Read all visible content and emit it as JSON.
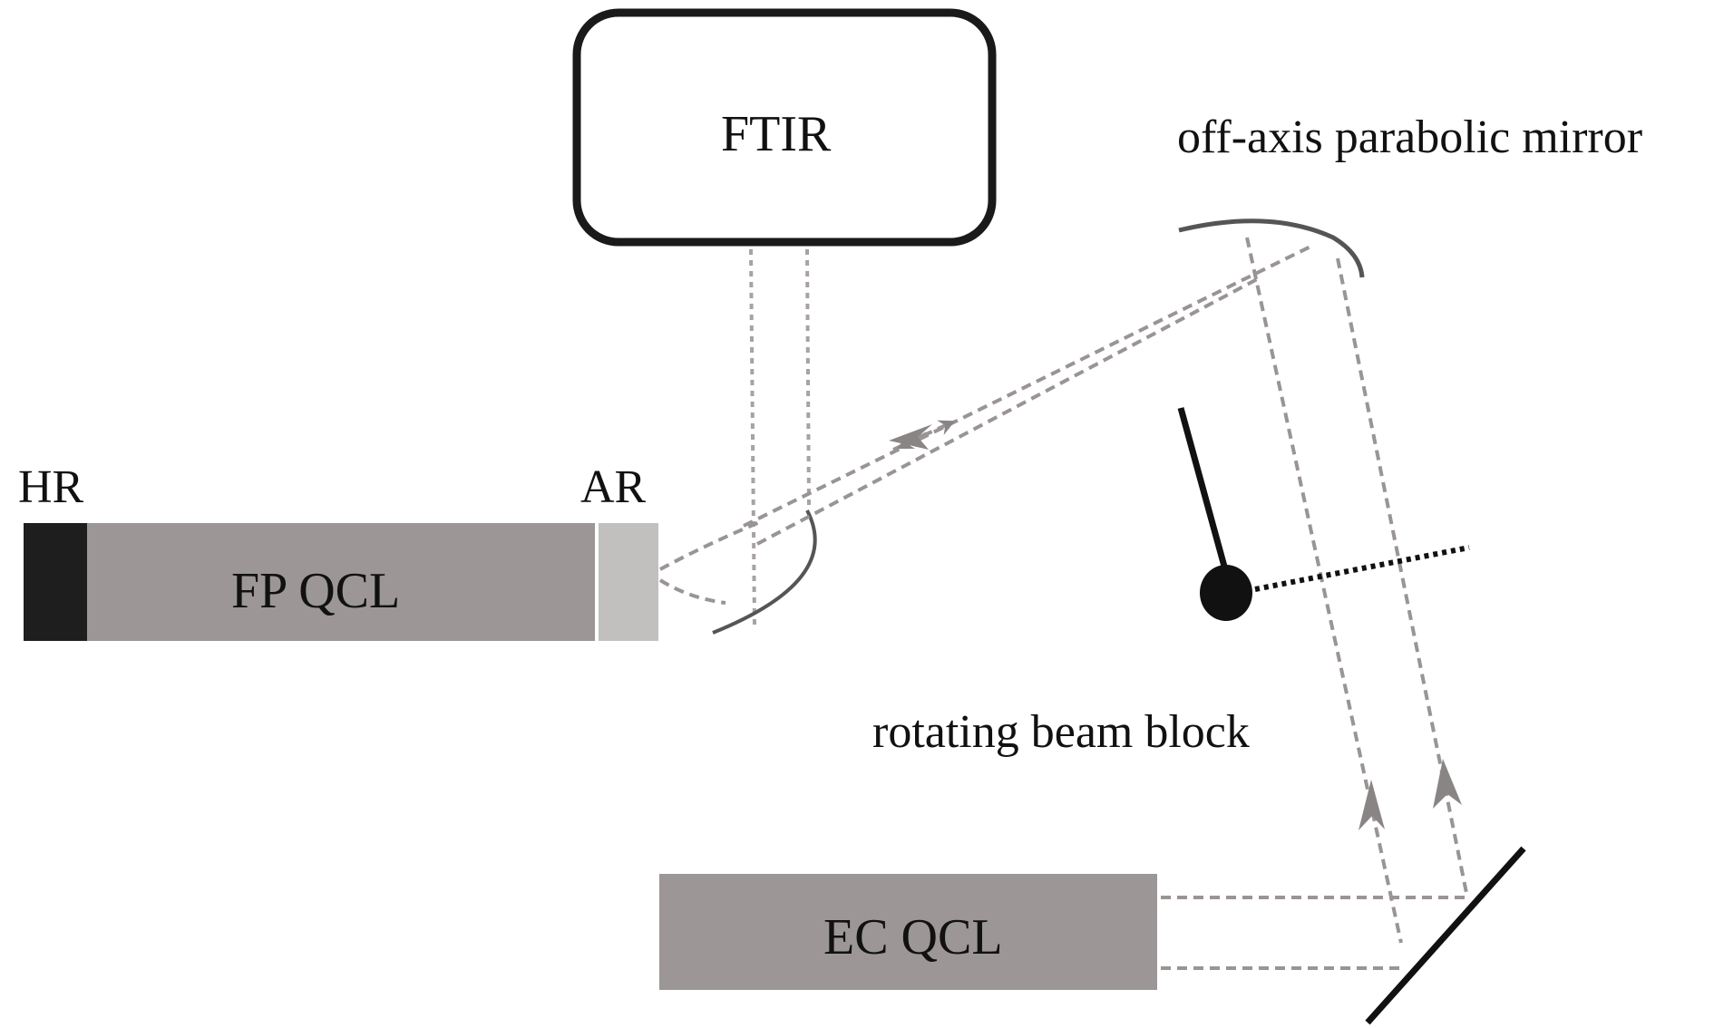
{
  "labels": {
    "ftir": "FTIR",
    "off_axis_mirror": "off-axis parabolic mirror",
    "hr": "HR",
    "ar": "AR",
    "fp_qcl": "FP QCL",
    "rotating_beam_block": "rotating beam block",
    "ec_qcl": "EC QCL"
  },
  "colors": {
    "hr_coating": "#1e1e1e",
    "fp_qcl_body": "#9c9696",
    "ar_coating": "#c2bfbf",
    "ec_qcl_body": "#9c9696",
    "beam": "#9a9494",
    "arrow": "#8a8585",
    "outline": "#1a1a1a"
  }
}
